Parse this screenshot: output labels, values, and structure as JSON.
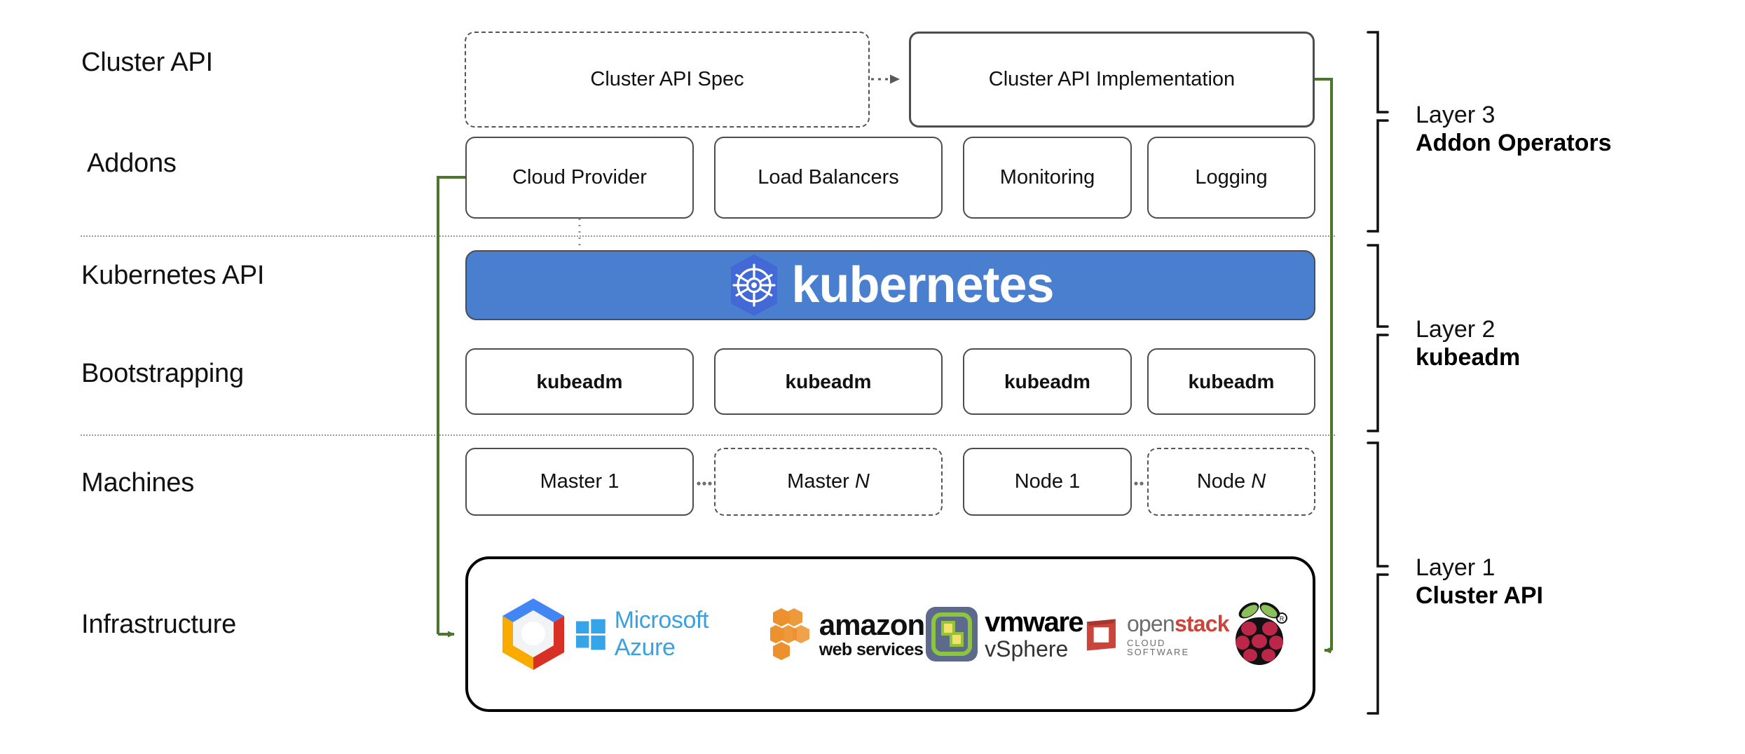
{
  "diagram": {
    "title": "Kubernetes Cluster API layered architecture",
    "accent_green": "#4a7729",
    "k8s_blue": "#4a7fd0",
    "k8s_logo_blue": "#4269d5"
  },
  "row_labels": [
    {
      "id": "cluster-api",
      "text": "Cluster API"
    },
    {
      "id": "addons",
      "text": "Addons"
    },
    {
      "id": "kubernetes-api",
      "text": "Kubernetes API"
    },
    {
      "id": "bootstrapping",
      "text": "Bootstrapping"
    },
    {
      "id": "machines",
      "text": "Machines"
    },
    {
      "id": "infrastructure",
      "text": "Infrastructure"
    }
  ],
  "cluster_api_row": {
    "spec": {
      "label": "Cluster API Spec",
      "style": "dashed"
    },
    "implementation": {
      "label": "Cluster API Implementation",
      "style": "solid"
    },
    "arrow": "dotted-arrow-right"
  },
  "addons_row": [
    {
      "label": "Cloud Provider"
    },
    {
      "label": "Load Balancers"
    },
    {
      "label": "Monitoring"
    },
    {
      "label": "Logging"
    }
  ],
  "kubernetes_banner": {
    "wordmark": "kubernetes",
    "logo": "kubernetes-helm-wheel"
  },
  "bootstrapping_row": [
    {
      "label": "kubeadm"
    },
    {
      "label": "kubeadm"
    },
    {
      "label": "kubeadm"
    },
    {
      "label": "kubeadm"
    }
  ],
  "machines_row": [
    {
      "label": "Master 1",
      "style": "solid",
      "italic_suffix": ""
    },
    {
      "label": "Master ",
      "style": "dashed",
      "italic_suffix": "N"
    },
    {
      "label": "Node 1",
      "style": "solid",
      "italic_suffix": ""
    },
    {
      "label": "Node ",
      "style": "dashed",
      "italic_suffix": "N"
    }
  ],
  "machines_ellipses": [
    "…",
    "…"
  ],
  "infrastructure_row": {
    "providers": [
      {
        "name": "google-cloud-platform",
        "label": ""
      },
      {
        "name": "microsoft-azure",
        "label": "Microsoft Azure"
      },
      {
        "name": "amazon-web-services",
        "label_top": "amazon",
        "label_bottom": "web services"
      },
      {
        "name": "vmware-vsphere",
        "label_top": "vmware",
        "label_bottom": "vSphere"
      },
      {
        "name": "openstack",
        "label_open": "open",
        "label_stack": "stack",
        "label_sub": "CLOUD SOFTWARE"
      },
      {
        "name": "raspberry-pi",
        "label": ""
      }
    ]
  },
  "layers": [
    {
      "id": "layer-3",
      "number": "Layer 3",
      "name": "Addon Operators"
    },
    {
      "id": "layer-2",
      "number": "Layer 2",
      "name": "kubeadm"
    },
    {
      "id": "layer-1",
      "number": "Layer 1",
      "name": "Cluster API"
    }
  ]
}
